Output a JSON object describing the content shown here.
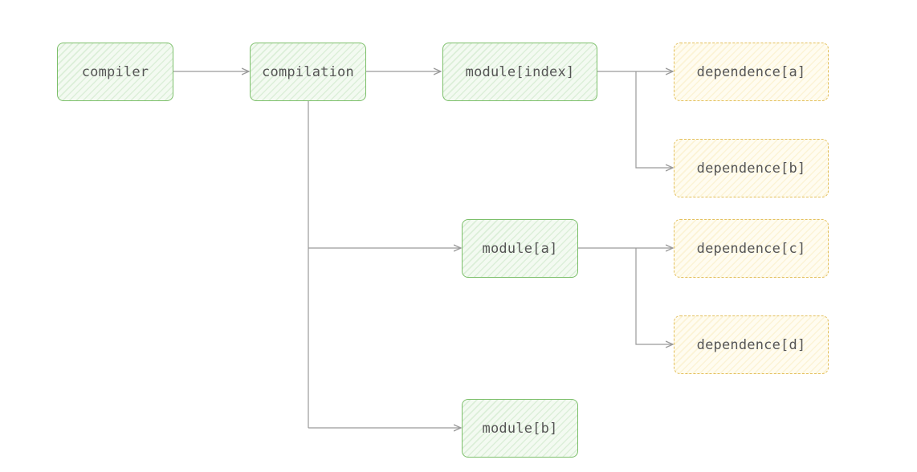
{
  "nodes": {
    "compiler": "compiler",
    "compilation": "compilation",
    "module_index": "module[index]",
    "module_a": "module[a]",
    "module_b": "module[b]",
    "dependence_a": "dependence[a]",
    "dependence_b": "dependence[b]",
    "dependence_c": "dependence[c]",
    "dependence_d": "dependence[d]"
  },
  "colors": {
    "module_border": "#7cbf6a",
    "dependence_border": "#e3bf5c",
    "connector": "#9a9a9a",
    "text": "#555555"
  }
}
